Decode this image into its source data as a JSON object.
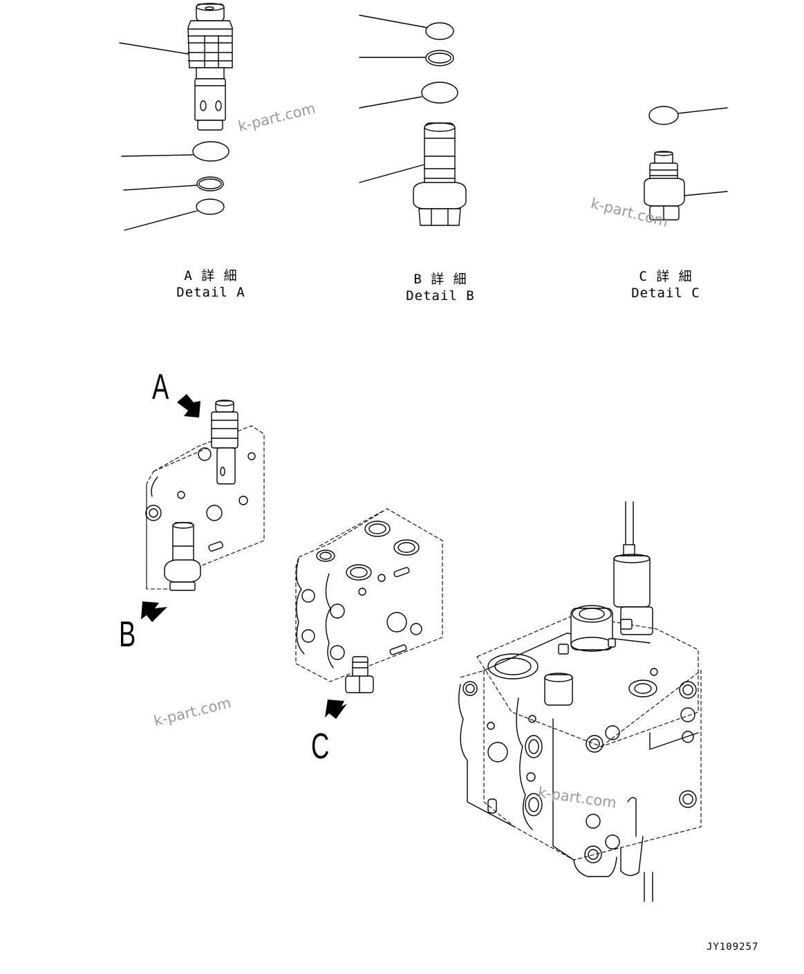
{
  "details": [
    {
      "id": "A",
      "caption_jp": "A 詳 細",
      "caption_en": "Detail A"
    },
    {
      "id": "B",
      "caption_jp": "B 詳 細",
      "caption_en": "Detail B"
    },
    {
      "id": "C",
      "caption_jp": "C 詳 細",
      "caption_en": "Detail C"
    }
  ],
  "callouts": {
    "a": "A",
    "b": "B",
    "c": "C"
  },
  "watermarks": {
    "w1": "k-part.com",
    "w2": "k-part.com",
    "w3": "k-part.com",
    "w4": "k-part.com"
  },
  "drawing_number": "JY109257"
}
